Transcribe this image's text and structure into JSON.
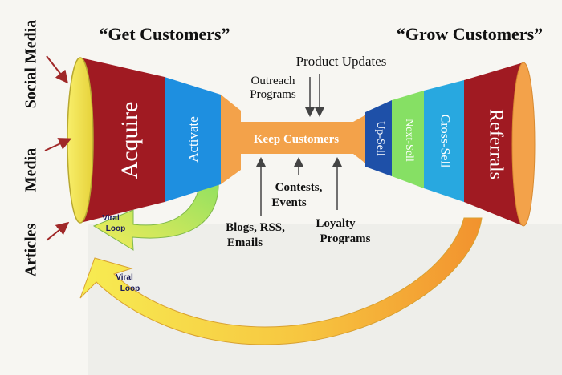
{
  "headings": {
    "get_customers": "“Get Customers”",
    "grow_customers": "“Grow Customers”"
  },
  "channels": [
    "Social Media",
    "Media",
    "Articles"
  ],
  "left_funnel": [
    "Acquire",
    "Activate"
  ],
  "center": "Keep Customers",
  "right_funnel": [
    "Up-Sell",
    "Next-Sell",
    "Cross-Sell",
    "Referrals"
  ],
  "inputs": {
    "product_updates": "Product Updates",
    "outreach_line1": "Outreach",
    "outreach_line2": "Programs",
    "contests_line1": "Contests,",
    "contests_line2": "Events",
    "blogs_line1": "Blogs, RSS,",
    "blogs_line2": "Emails",
    "loyalty_line1": "Loyalty",
    "loyalty_line2": "Programs"
  },
  "viral_loop_small": [
    "Viral",
    "Loop"
  ],
  "viral_loop_large": [
    "Viral",
    "Loop"
  ],
  "colors": {
    "yellow": "#f3e64a",
    "dark_red": "#a01a22",
    "blue": "#1e8fe0",
    "orange": "#f3a24a",
    "navy": "#1e50a8",
    "green": "#86e064",
    "sky": "#28a8e0",
    "arrow_red": "#a02828"
  }
}
